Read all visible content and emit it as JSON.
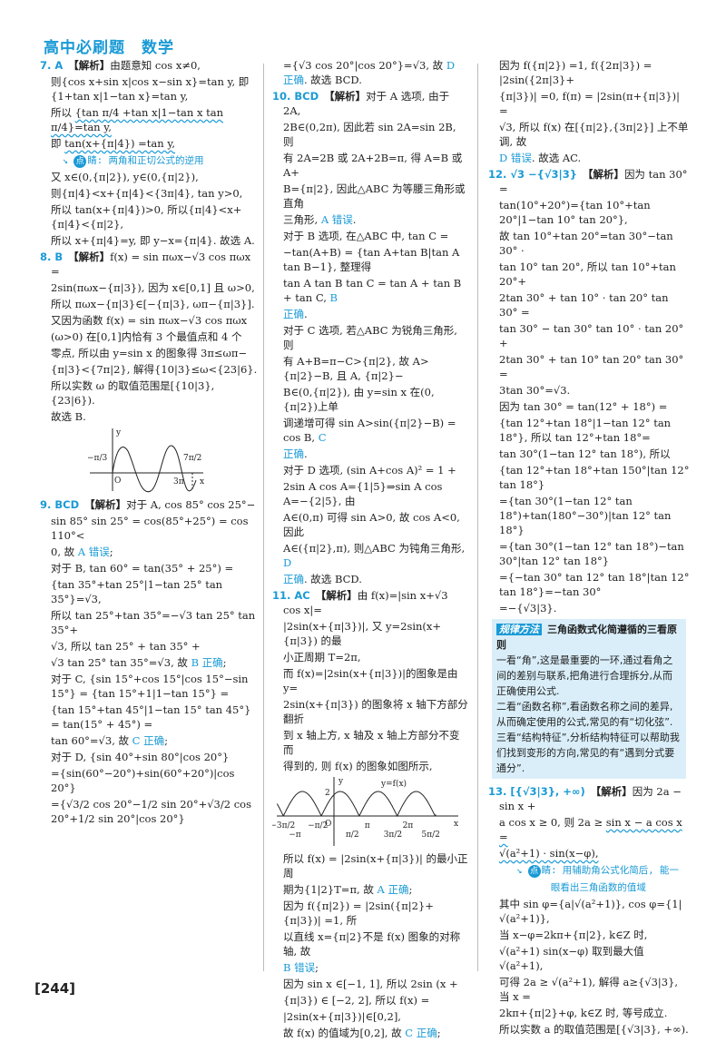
{
  "header": {
    "book": "高中必刷题",
    "subject": "数学"
  },
  "page_number": "[244]",
  "colors": {
    "accent": "#1a9ad6",
    "box_bg": "#d9eef9"
  },
  "columns": [
    {
      "lines": [
        [
          {
            "t": "7. A",
            "k": "num"
          },
          {
            "t": "【解析】",
            "k": "h"
          },
          "由题意知 cos x≠0,"
        ],
        [
          "则{cos x+sin x|cos x−sin x}=tan y, 即{1+tan x|1−tan x}=tan y,"
        ],
        [
          "所以 ",
          {
            "t": "{tan π/4 +tan x|1−tan x tan π/4}=tan y,",
            "k": "w"
          }
        ],
        [
          "即 ",
          {
            "t": "tan(x+{π|4}) =tan y,",
            "k": "w"
          }
        ],
        [
          {
            "t": "  ↘ ",
            "k": "note"
          },
          {
            "t": "点",
            "k": "badge"
          },
          {
            "t": "睛: 两角和正切公式的逆用",
            "k": "note"
          }
        ],
        [
          "又 x∈(0,{π|2}), y∈(0,{π|2}),"
        ],
        [
          "则{π|4}<x+{π|4}<{3π|4}, tan y>0,"
        ],
        [
          "所以 tan(x+{π|4})>0, 所以{π|4}<x+{π|4}<{π|2},"
        ],
        [
          "所以 x+{π|4}=y, 即 y−x={π|4}. 故选 A."
        ],
        [
          {
            "t": "8. B",
            "k": "num"
          },
          {
            "t": "【解析】",
            "k": "h"
          },
          "f(x) = sin πωx−√3 cos πωx ="
        ],
        [
          "2sin(πωx−{π|3}), 因为 x∈[0,1] 且 ω>0,"
        ],
        [
          "所以 πωx−{π|3}∈[−{π|3}, ωπ−{π|3}]."
        ],
        [
          "又因为函数 f(x) = sin πωx−√3 cos πωx"
        ],
        [
          "(ω>0) 在[0,1]内恰有 3 个最值点和 4 个"
        ],
        [
          "零点, 所以由 y=sin x 的图象得 3π≤ωπ−"
        ],
        [
          "{π|3}<{7π|2}, 解得{10|3}≤ω<{23|6}."
        ],
        [
          "所以实数 ω 的取值范围是[{10|3},{23|6})."
        ],
        [
          "故选 B."
        ],
        [
          {
            "t": "9. BCD",
            "k": "num"
          },
          {
            "t": "【解析】",
            "k": "h"
          },
          "对于 A, cos 85° cos 25°−"
        ],
        [
          "sin 85° sin 25° = cos(85°+25°) = cos 110°<"
        ],
        [
          "0, 故 ",
          {
            "t": "A 错误",
            "k": "b"
          },
          ";"
        ],
        [
          "对于 B, tan 60° = tan(35° + 25°) ="
        ],
        [
          "{tan 35°+tan 25°|1−tan 25° tan 35°}=√3,"
        ],
        [
          "所以 tan 25°+tan 35°=−√3 tan 25° tan 35°+"
        ],
        [
          "√3,  所以  tan 25°  +  tan 35°  +"
        ],
        [
          "√3 tan 25° tan 35°=√3, 故 ",
          {
            "t": "B 正确",
            "k": "b"
          },
          ";"
        ],
        [
          "对于 C, {sin 15°+cos 15°|cos 15°−sin 15°} = {tan 15°+1|1−tan 15°} ="
        ],
        [
          "{tan 15°+tan 45°|1−tan 15° tan 45°} = tan(15° + 45°) ="
        ],
        [
          "tan 60°=√3, 故 ",
          {
            "t": "C 正确",
            "k": "b"
          },
          ";"
        ],
        [
          "对于 D, {sin 40°+sin 80°|cos 20°}"
        ],
        [
          "={sin(60°−20°)+sin(60°+20°)|cos 20°}"
        ],
        [
          "={√3/2 cos 20°−1/2 sin 20°+√3/2 cos 20°+1/2 sin 20°|cos 20°}"
        ]
      ]
    },
    {
      "lines": [
        [
          "={√3 cos 20°|cos 20°}=√3, 故 ",
          {
            "t": "D 正确",
            "k": "b"
          },
          ". 故选 BCD."
        ],
        [
          {
            "t": "10. BCD",
            "k": "num"
          },
          {
            "t": "【解析】",
            "k": "h"
          },
          "对于 A 选项, 由于 2A,"
        ],
        [
          "2B∈(0,2π), 因此若 sin 2A=sin 2B, 则"
        ],
        [
          "有 2A=2B 或 2A+2B=π, 得 A=B 或 A+"
        ],
        [
          "B={π|2}, 因此△ABC 为等腰三角形或直角"
        ],
        [
          "三角形, ",
          {
            "t": "A 错误",
            "k": "b"
          },
          "."
        ],
        [
          "对于 B 选项, 在△ABC 中, tan C ="
        ],
        [
          "−tan(A+B) = {tan A+tan B|tan A tan B−1}, 整理得"
        ],
        [
          "tan A tan B tan C = tan A + tan B + tan C, ",
          {
            "t": "B",
            "k": "b"
          }
        ],
        [
          {
            "t": "正确",
            "k": "b"
          },
          "."
        ],
        [
          "对于 C 选项, 若△ABC 为锐角三角形, 则"
        ],
        [
          "有 A+B=π−C>{π|2}, 故 A>{π|2}−B, 且 A, {π|2}−"
        ],
        [
          "B∈(0,{π|2}), 由 y=sin x 在(0,{π|2})上单"
        ],
        [
          "调递增可得 sin A>sin({π|2}−B) = cos B, ",
          {
            "t": "C",
            "k": "b"
          }
        ],
        [
          {
            "t": "正确",
            "k": "b"
          },
          "."
        ],
        [
          "对于 D 选项, (sin A+cos A)² = 1 +"
        ],
        [
          "2sin A cos A={1|5}⇒sin A cos A=−{2|5}, 由"
        ],
        [
          "A∈(0,π) 可得 sin A>0, 故 cos A<0, 因此"
        ],
        [
          "A∈({π|2},π), 则△ABC 为钝角三角形, ",
          {
            "t": "D",
            "k": "b"
          }
        ],
        [
          {
            "t": "正确",
            "k": "b"
          },
          ". 故选 BCD."
        ],
        [
          {
            "t": "11. AC",
            "k": "num"
          },
          {
            "t": "【解析】",
            "k": "h"
          },
          "由 f(x)=|sin x+√3 cos x|="
        ],
        [
          "|2sin(x+{π|3})|, 又 y=2sin(x+{π|3}) 的最"
        ],
        [
          "小正周期 T=2π,"
        ],
        [
          "而 f(x)=|2sin(x+{π|3})|的图象是由 y="
        ],
        [
          "2sin(x+{π|3}) 的图象将 x 轴下方部分翻折"
        ],
        [
          "到 x 轴上方, x 轴及 x 轴上方部分不变而"
        ],
        [
          "得到的, 则 f(x) 的图象如图所示,"
        ],
        [
          "所以 f(x) = |2sin(x+{π|3})| 的最小正周"
        ],
        [
          "期为{1|2}T=π, 故 ",
          {
            "t": "A 正确",
            "k": "b"
          },
          ";"
        ],
        [
          "因为 f({π|2}) = |2sin({π|2}+{π|3})| =1, 所"
        ],
        [
          "以直线 x={π|2}不是 f(x) 图象的对称轴, 故"
        ],
        [
          {
            "t": "B 错误",
            "k": "b"
          },
          ";"
        ],
        [
          "因为 sin x ∈[−1, 1], 所以 2sin (x +"
        ],
        [
          "{π|3})  ∈ [−2, 2], 所以 f(x) ="
        ],
        [
          "|2sin(x+{π|3})|∈[0,2],"
        ],
        [
          "故 f(x) 的值域为[0,2], 故 ",
          {
            "t": "C 正确",
            "k": "b"
          },
          ";"
        ]
      ]
    },
    {
      "lines": [
        [
          "因为 f({π|2}) =1, f({2π|3}) = |2sin({2π|3}+"
        ],
        [
          "{π|3})| =0, f(π) = |2sin(π+{π|3})| ="
        ],
        [
          "√3, 所以 f(x) 在[{π|2},{3π|2}] 上不单调, 故"
        ],
        [
          {
            "t": "D 错误",
            "k": "b"
          },
          ". 故选 AC."
        ],
        [
          {
            "t": "12. √3   −{√3|3}",
            "k": "num"
          },
          {
            "t": "【解析】",
            "k": "h"
          },
          "因为 tan 30° ="
        ],
        [
          "tan(10°+20°)={tan 10°+tan 20°|1−tan 10° tan 20°},"
        ],
        [
          "故 tan 10°+tan 20°=tan 30°−tan 30° ·"
        ],
        [
          "tan 10° tan 20°, 所以 tan 10°+tan 20°+"
        ],
        [
          "2tan 30° + tan 10° · tan 20° tan 30° ="
        ],
        [
          "tan 30° − tan 30° tan 10° · tan 20° +"
        ],
        [
          "2tan 30° +  tan 10° tan 20° tan 30° ="
        ],
        [
          "3tan 30°=√3."
        ],
        [
          "因为 tan 30° = tan(12° + 18°) ="
        ],
        [
          "{tan 12°+tan 18°|1−tan 12° tan 18°}, 所以 tan 12°+tan 18°="
        ],
        [
          "tan 30°(1−tan 12° tan 18°), 所以"
        ],
        [
          "{tan 12°+tan 18°+tan 150°|tan 12° tan 18°}"
        ],
        [
          "={tan 30°(1−tan 12° tan 18°)+tan(180°−30°)|tan 12° tan 18°}"
        ],
        [
          "={tan 30°(1−tan 12° tan 18°)−tan 30°|tan 12° tan 18°}"
        ],
        [
          "={−tan 30° tan 12° tan 18°|tan 12° tan 18°}=−tan 30°"
        ],
        [
          "=−{√3|3}."
        ],
        [
          {
            "t": "13. [{√3|3}, +∞)",
            "k": "num"
          },
          {
            "t": "【解析】",
            "k": "h"
          },
          "因为 2a − sin x +"
        ],
        [
          "a cos x ≥ 0, 则 2a ≥ ",
          {
            "t": "sin x − a cos x =",
            "k": "w"
          }
        ],
        [
          {
            "t": "√(a²+1) · sin(x−φ),",
            "k": "w"
          }
        ],
        [
          {
            "t": "   ↘ ",
            "k": "note"
          },
          {
            "t": "点",
            "k": "badge"
          },
          {
            "t": "睛: 用辅助角公式化简后, 能一",
            "k": "note"
          }
        ],
        [
          {
            "t": "         眼看出三角函数的值域",
            "k": "note"
          }
        ],
        [
          "其中 sin φ={a|√(a²+1)}, cos φ={1|√(a²+1)},"
        ],
        [
          "当 x−φ=2kπ+{π|2}, k∈Z 时,"
        ],
        [
          "√(a²+1) sin(x−φ) 取到最大值 √(a²+1),"
        ],
        [
          "可得 2a ≥ √(a²+1), 解得 a≥{√3|3}, 当 x ="
        ],
        [
          "2kπ+{π|2}+φ, k∈Z 时, 等号成立."
        ],
        [
          "所以实数 a 的取值范围是[{√3|3}, +∞)."
        ]
      ]
    }
  ],
  "method_box": {
    "tag": "规律方法",
    "title": "三角函数式化简遵循的三看原则",
    "lines": [
      "一看“角”,这是最重要的一环,通过看角之间的差别与联系,把角进行合理拆分,从而正确使用公式.",
      "二看“函数名称”,看函数名称之间的差异,从而确定使用的公式,常见的有“切化弦”.",
      "三看“结构特征”,分析结构特征可以帮助我们找到变形的方向,常见的有“遇到分式要通分”."
    ]
  },
  "figure_8": {
    "y_label": "y",
    "origin": "O",
    "left_label": "−π/3",
    "mark_3pi": "3π",
    "mark_7pi2": "7π/2",
    "x_label": "x"
  },
  "figure_11": {
    "curve_label": "y=f(x)",
    "y_label": "y",
    "y_tick": "2",
    "origin": "O",
    "x_label": "x",
    "x_ticks": [
      "−3π/2",
      "−π",
      "−π/2",
      "π/2",
      "π",
      "3π/2",
      "2π",
      "5π/2"
    ]
  }
}
